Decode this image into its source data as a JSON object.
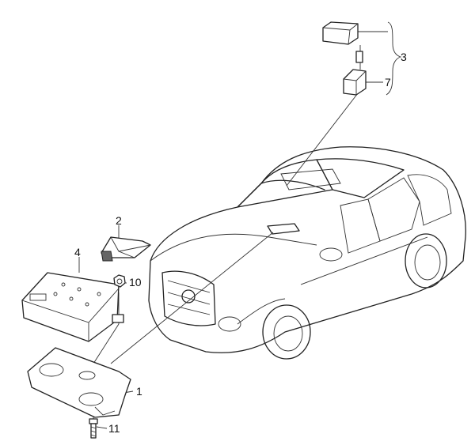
{
  "diagram": {
    "callouts": [
      {
        "id": "label-3",
        "text": "3"
      },
      {
        "id": "label-7",
        "text": "7"
      },
      {
        "id": "label-2",
        "text": "2"
      },
      {
        "id": "label-4",
        "text": "4"
      },
      {
        "id": "label-10",
        "text": "10"
      },
      {
        "id": "label-1",
        "text": "1"
      },
      {
        "id": "label-11",
        "text": "11"
      }
    ]
  }
}
